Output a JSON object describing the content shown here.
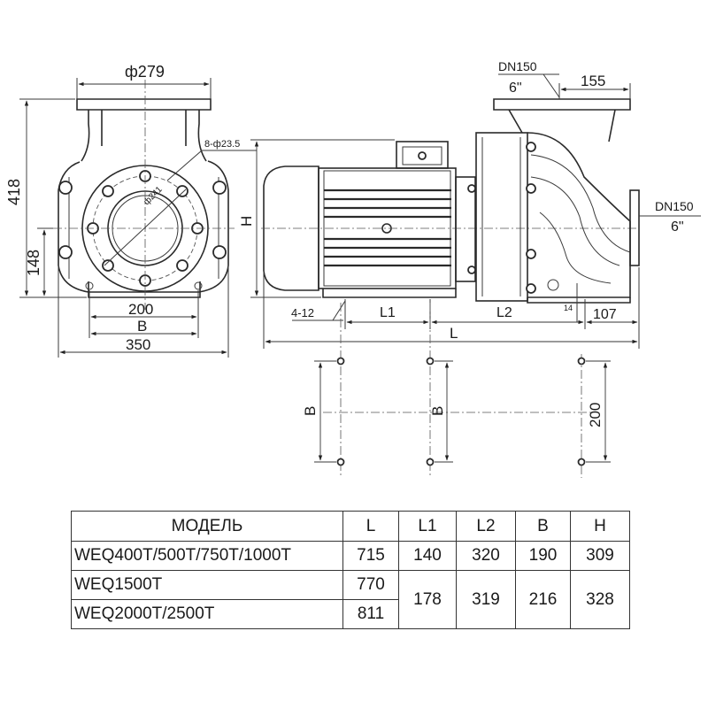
{
  "front_view": {
    "dims": {
      "flange_diameter": "ф279",
      "height": "418",
      "shaft_height": "148",
      "foot_width_inner": "200",
      "foot_width_b": "B",
      "foot_width_outer": "350",
      "bolt_holes": "8-ф23.5",
      "bolt_circle": "ф241"
    }
  },
  "side_view": {
    "dims": {
      "outlet_dn": "DN150",
      "outlet_inch": "6\"",
      "outlet_offset": "155",
      "inlet_dn": "DN150",
      "inlet_inch": "6\"",
      "height": "H",
      "foot_holes": "4-12",
      "l1": "L1",
      "l2": "L2",
      "length": "L",
      "small_offset": "14",
      "inlet_offset": "107"
    }
  },
  "foot_layout": {
    "dims": {
      "b_left": "B",
      "b_middle": "B",
      "right_span": "200"
    }
  },
  "table": {
    "headers": [
      "МОДЕЛЬ",
      "L",
      "L1",
      "L2",
      "B",
      "H"
    ],
    "rows": [
      {
        "model": "WEQ400T/500T/750T/1000T",
        "L": "715",
        "L1": "140",
        "L2": "320",
        "B": "190",
        "H": "309"
      },
      {
        "model": "WEQ1500T",
        "L": "770",
        "L1": "178",
        "L2": "319",
        "B": "216",
        "H": "328"
      },
      {
        "model": "WEQ2000T/2500T",
        "L": "811"
      }
    ]
  }
}
